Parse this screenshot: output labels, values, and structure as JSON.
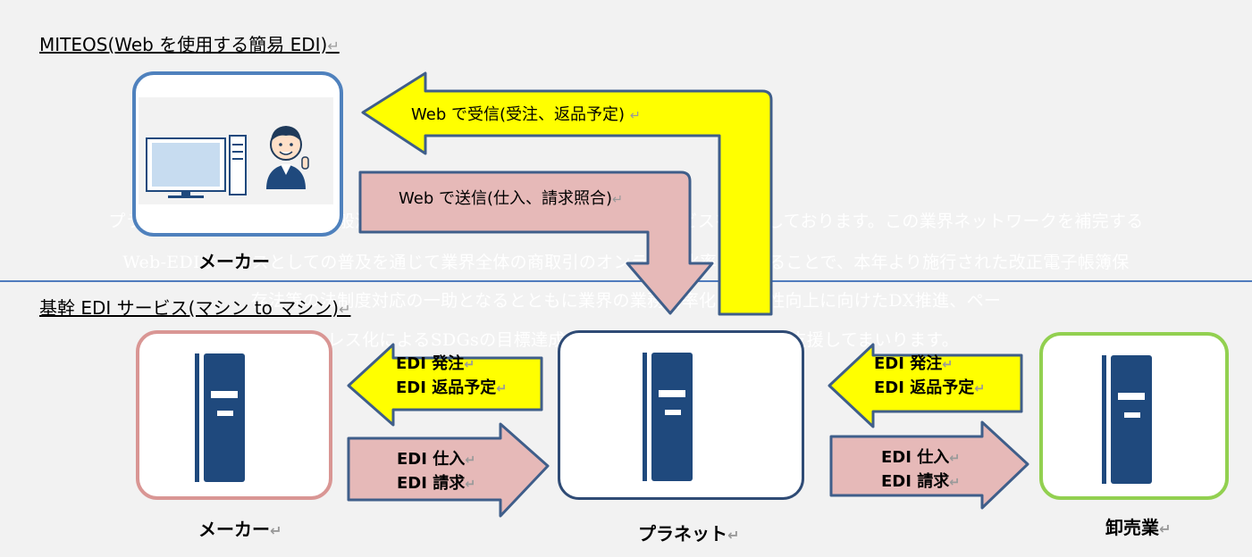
{
  "background_text": [
    "プラネットは37年にわたり一般消費財関連の業界インフラとしてEDIサービスを提供しております。この業界ネットワークを補完する",
    "Web-EDIサービスとしての普及を通じて業界全体の商取引のオンライン化率を高めることで、本年より施行された改正電子帳簿保",
    "存法等の法制度対応の一助となるとともに業界の業務効率化・生産性向上に向けたDX推進、ペー",
    "パーレス化によるSDGsの目標達成への取り組みなどを引き続き支援してまいります。"
  ],
  "return_mark": "↵",
  "top_section": {
    "heading": "MITEOS(Web を使用する簡易 EDI)",
    "maker_label": "メーカー",
    "arrow_receive": "Web で受信(受注、返品予定)",
    "arrow_send": "Web で送信(仕入、請求照合)"
  },
  "bottom_section": {
    "heading": "基幹 EDI サービス(マシン to マシン)",
    "left_label": "メーカー",
    "center_label": "プラネット",
    "right_label": "卸売業",
    "left_in_arrow": [
      "EDI 発注",
      "EDI 返品予定"
    ],
    "left_out_arrow": [
      "EDI 仕入",
      "EDI 請求"
    ],
    "right_in_arrow": [
      "EDI 発注",
      "EDI 返品予定"
    ],
    "right_out_arrow": [
      "EDI 仕入",
      "EDI 請求"
    ]
  },
  "colors": {
    "yellow_arrow": "#ffff00",
    "pink_arrow": "#e6b9b8",
    "arrow_border": "#3f5e8a",
    "maker_top_border": "#4f81bd",
    "maker_bottom_border": "#d99694",
    "planet_border": "#2f4b75",
    "wholesaler_border": "#92d050",
    "server": "#1f497d"
  }
}
